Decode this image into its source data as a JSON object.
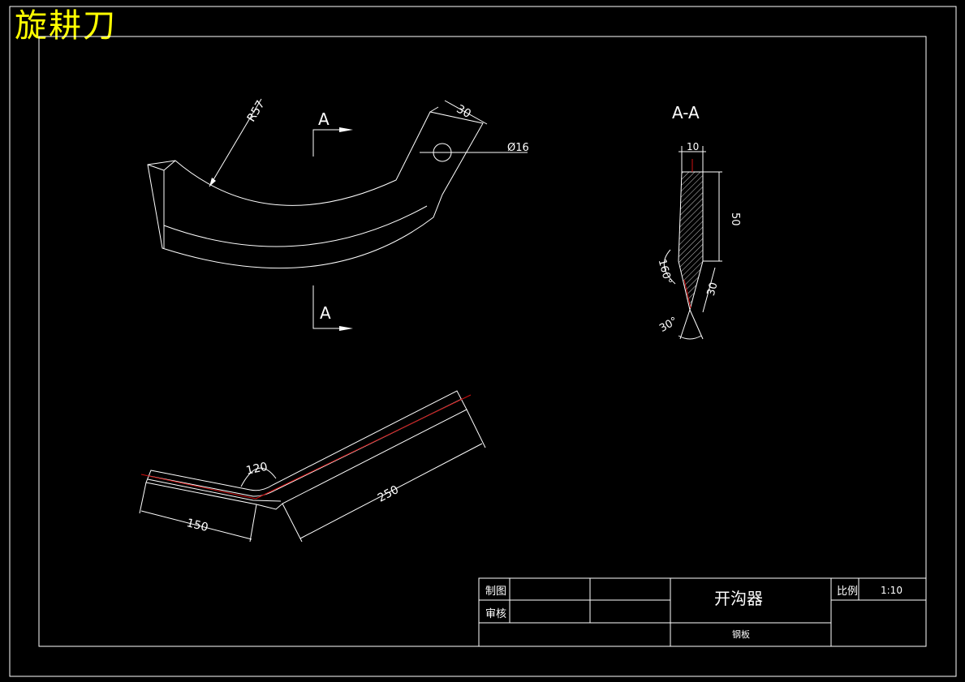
{
  "drawing": {
    "heading": "旋耕刀",
    "colors": {
      "background": "#000000",
      "lines": "#ffffff",
      "heading": "#ffff00",
      "centerline": "#d01010"
    }
  },
  "section_marks": {
    "top": "A",
    "bottom": "A"
  },
  "side_view": {
    "dim_radius": "R57",
    "dim_width": "30",
    "dim_hole": "Ø16"
  },
  "section_view": {
    "title": "A-A",
    "dim_thickness": "10",
    "dim_length": "50",
    "dim_tip": "30",
    "dim_angle_wide": "160°",
    "dim_angle_tip": "30°"
  },
  "plan_view": {
    "dim_bend_angle": "120",
    "dim_short": "150",
    "dim_long": "250"
  },
  "title_block": {
    "label_drawn": "制图",
    "label_checked": "审核",
    "part_name": "开沟器",
    "material": "钢板",
    "label_scale": "比例",
    "scale": "1:10"
  }
}
